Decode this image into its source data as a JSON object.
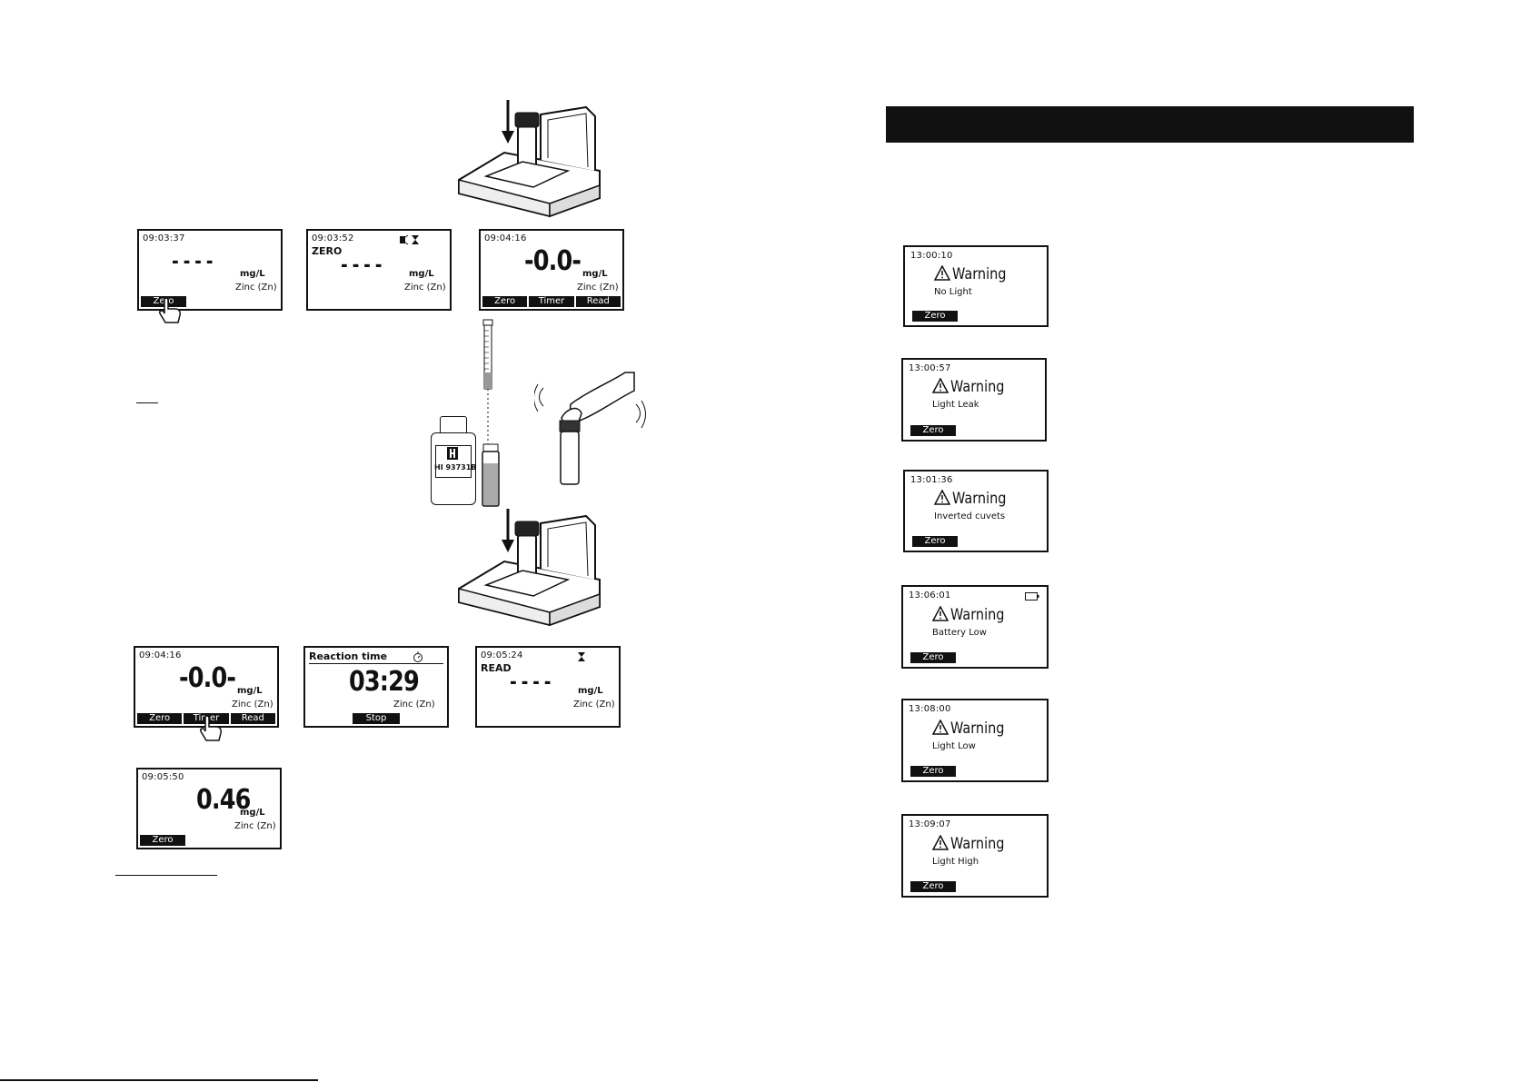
{
  "left_screens": {
    "s1": {
      "time": "09:03:37",
      "dashes": "- - - -",
      "unit": "mg/L",
      "param": "Zinc (Zn)",
      "softkey": "Zero"
    },
    "s2": {
      "time": "09:03:52",
      "label": "ZERO",
      "dashes": "- - - -",
      "unit": "mg/L",
      "param": "Zinc (Zn)"
    },
    "s3": {
      "time": "09:04:16",
      "value": "-0.0-",
      "unit": "mg/L",
      "param": "Zinc (Zn)",
      "softkeys": [
        "Zero",
        "Timer",
        "Read"
      ]
    },
    "s4": {
      "time": "09:04:16",
      "value": "-0.0-",
      "unit": "mg/L",
      "param": "Zinc (Zn)",
      "softkeys": [
        "Zero",
        "Timer",
        "Read"
      ]
    },
    "s5": {
      "title": "Reaction time",
      "value": "03:29",
      "param": "Zinc (Zn)",
      "softkey": "Stop"
    },
    "s6": {
      "time": "09:05:24",
      "label": "READ",
      "dashes": "- - - -",
      "unit": "mg/L",
      "param": "Zinc (Zn)"
    },
    "s7": {
      "time": "09:05:50",
      "value": "0.46",
      "unit": "mg/L",
      "param": "Zinc (Zn)",
      "softkey": "Zero"
    }
  },
  "reagent_bottle": {
    "label": "HI 93731B"
  },
  "warnings": [
    {
      "time": "13:00:10",
      "title": "Warning",
      "message": "No Light",
      "softkey": "Zero",
      "battery": false
    },
    {
      "time": "13:00:57",
      "title": "Warning",
      "message": "Light Leak",
      "softkey": "Zero",
      "battery": false
    },
    {
      "time": "13:01:36",
      "title": "Warning",
      "message": "Inverted cuvets",
      "softkey": "Zero",
      "battery": false
    },
    {
      "time": "13:06:01",
      "title": "Warning",
      "message": "Battery Low",
      "softkey": "Zero",
      "battery": true
    },
    {
      "time": "13:08:00",
      "title": "Warning",
      "message": "Light Low",
      "softkey": "Zero",
      "battery": false
    },
    {
      "time": "13:09:07",
      "title": "Warning",
      "message": "Light High",
      "softkey": "Zero",
      "battery": false
    }
  ]
}
